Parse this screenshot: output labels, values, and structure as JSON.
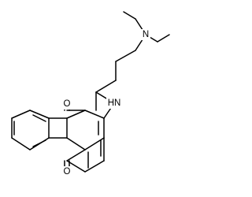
{
  "labels": {
    "n_amine": "N",
    "nh": "HN",
    "o_top": "O",
    "o_bottom": "O"
  },
  "colors": {
    "background": "#ffffff",
    "bond": "#000000",
    "text": "#000000"
  }
}
